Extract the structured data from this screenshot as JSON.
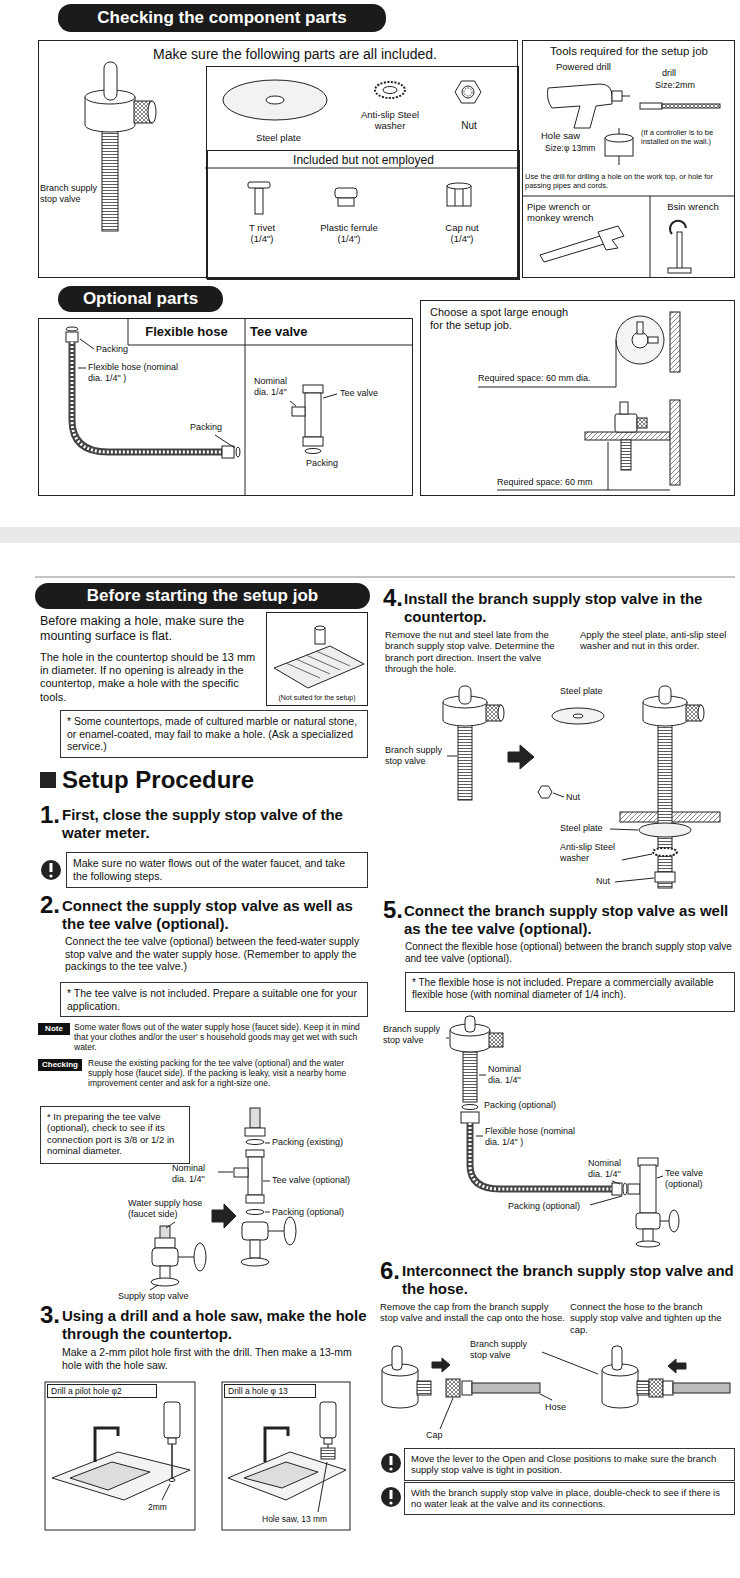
{
  "diagram": {
    "nodes": [
      {
        "text": [
          "Checking the component parts"
        ]
      },
      {
        "text": [
          "Make sure the following parts are all included."
        ]
      },
      {
        "text": [
          "Steel plate",
          "Anti-slip Steel washer",
          "Nut"
        ],
        "in": 1
      },
      {
        "text": [
          "Included but not employed",
          "T rivet (1/4\")",
          "Plastic ferrule (1/4\")",
          "Cap nut (1/4\")"
        ],
        "in": 2
      },
      {
        "text": [
          "Tools required for the setup job",
          "Powered drill",
          "drill",
          "Size:2mm",
          "Hole saw",
          "Size:φ 13mm",
          "(If a controller is to be installed on the wall.)",
          "Use the drill for drilling a hole on the work top, or hole for passing pipes and cords.",
          "Pipe wrench or monkey wrench",
          "Bsin wrench"
        ]
      },
      {
        "text": [
          "Optional parts"
        ]
      },
      {
        "text": [
          "Flexible hose",
          "Tee valve",
          "Packing",
          "Flexible hose (nominal dia. 1/4\" )",
          "Packing",
          "Nominal dia. 1/4\"",
          "Tee valve",
          "Packing"
        ]
      },
      {
        "text": [
          "Choose a spot large enough for the setup job.",
          "Required space: 60 mm dia.",
          "Required space: 60 mm"
        ]
      },
      {
        "text": [
          "Before starting the setup job"
        ]
      },
      {
        "text": [
          "(Not suited for the setup)"
        ]
      },
      {
        "text": [
          "* Some countertops, made of cultured marble or natural stone, or enamel-coated, may fail to make a hole. (Ask a specialized service.)"
        ]
      },
      {
        "text": [
          "Make sure no water flows out of the water faucet, and take the following steps."
        ]
      },
      {
        "text": [
          "* The tee valve is not included. Prepare a suitable one for your application."
        ]
      },
      {
        "text": [
          "Note"
        ]
      },
      {
        "text": [
          "Checking"
        ]
      },
      {
        "text": [
          "* In preparing the tee valve (optional), check to see if its connection port is 3/8 or 1/2 in nominal diameter."
        ]
      },
      {
        "text": [
          "Drill a pilot hole φ2"
        ]
      },
      {
        "text": [
          "Drill a hole φ 13"
        ]
      },
      {
        "text": [
          "* The flexible hose is not included. Prepare a commercially available flexible hose (with nominal diameter of 1/4 inch)."
        ]
      },
      {
        "text": [
          "Move the lever to the Open and Close positions to make sure the branch supply stop valve is tight in position."
        ]
      },
      {
        "text": [
          "With the branch supply stop valve in place, double-check to see if there is no water leak at the valve and its connections."
        ]
      }
    ],
    "labels": [
      "Branch supply stop valve",
      "Before making a hole, make sure the mounting surface is flat.",
      "The hole in the countertop should be 13 mm in diameter. If no opening is already in the countertop, make a hole with the specific tools.",
      "Setup Procedure",
      "1.",
      "First, close the supply stop valve of the water meter.",
      "2.",
      "Connect the supply stop valve as well as the tee valve (optional).",
      "Connect the tee valve (optional) between the feed-water supply stop valve and the water supply hose. (Remember to apply the packings to the tee valve.)",
      "Some water flows out of the water supply hose (faucet side). Keep it in mind that your clothes and/or the user' s household goods may get wet with such water.",
      "Reuse the existing packing for the tee valve (optional) and the water supply hose (faucet side). If the packing is leaky, visit a nearby home improvement center and ask for a right-size one.",
      "Packing (existing)",
      "Nominal dia. 1/4\"",
      "Tee valve (optional)",
      "Water supply hose (faucet side)",
      "Packing (optional)",
      "Supply stop valve",
      "3.",
      "Using a drill and a hole saw, make the hole through the countertop.",
      "Make a 2-mm pilot hole first with the drill. Then make a 13-mm hole with the hole saw.",
      "2mm",
      "Hole saw, 13 mm",
      "4.",
      "Install the branch supply stop valve in the countertop.",
      "Remove the nut and steel late from the branch supply stop valve. Determine the branch port direction. Insert the valve through the hole.",
      "Apply the steel plate, anti-slip steel washer and nut in this order.",
      "Steel plate",
      "Branch supply stop valve",
      "Nut",
      "Steel plate",
      "Anti-slip Steel washer",
      "Nut",
      "5.",
      "Connect the branch supply stop valve as well as the tee valve (optional).",
      "Connect the flexible hose (optional) between the branch supply stop valve and tee valve (optional).",
      "Branch supply stop valve",
      "Nominal dia. 1/4\"",
      "Packing (optional)",
      "Flexible hose (nominal dia. 1/4\" )",
      "Nominal dia. 1/4\"",
      "Packing (optional)",
      "Tee valve (optional)",
      "6.",
      "Interconnect the branch supply stop valve and the hose.",
      "Remove the cap from the branch supply stop valve and install the cap onto the hose.",
      "Connect the hose to the branch supply stop valve and tighten up the cap.",
      "Branch supply stop valve",
      "Hose",
      "Cap"
    ]
  }
}
